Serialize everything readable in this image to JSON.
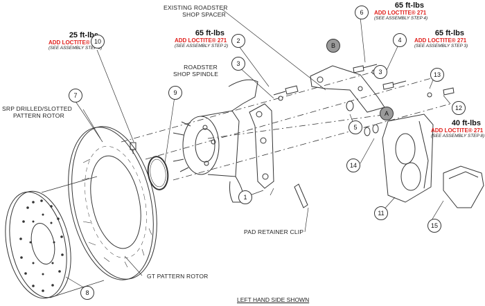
{
  "torque_blocks": [
    {
      "id": "tq25",
      "torque": "25 ft-lbs",
      "loctite": "ADD LOCTITE® 271",
      "step": "(SEE ASSEMBLY STEP 6)"
    },
    {
      "id": "tq65a",
      "torque": "65 ft-lbs",
      "loctite": "ADD LOCTITE® 271",
      "step": "(SEE ASSEMBLY STEP 2)"
    },
    {
      "id": "tq65b",
      "torque": "65 ft-lbs",
      "loctite": "ADD LOCTITE® 271",
      "step": "(SEE ASSEMBLY STEP 4)"
    },
    {
      "id": "tq65c",
      "torque": "65 ft-lbs",
      "loctite": "ADD LOCTITE® 271",
      "step": "(SEE ASSEMBLY STEP 3)"
    },
    {
      "id": "tq40",
      "torque": "40 ft-lbs",
      "loctite": "ADD LOCTITE® 271",
      "step": "(SEE ASSEMBLY STEP 8)"
    }
  ],
  "part_labels": {
    "spacer_line1": "EXISTING ROADSTER",
    "spacer_line2": "SHOP SPACER",
    "spindle_line1": "ROADSTER",
    "spindle_line2": "SHOP SPINDLE",
    "srp_line1": "SRP DRILLED/SLOTTED",
    "srp_line2": "PATTERN ROTOR",
    "gt_rotor": "GT PATTERN ROTOR",
    "clip": "PAD RETAINER CLIP"
  },
  "callouts": [
    "1",
    "2",
    "3",
    "3",
    "4",
    "5",
    "6",
    "7",
    "8",
    "9",
    "10",
    "11",
    "12",
    "13",
    "14",
    "15",
    "A",
    "B"
  ],
  "footer": "LEFT HAND SIDE SHOWN"
}
